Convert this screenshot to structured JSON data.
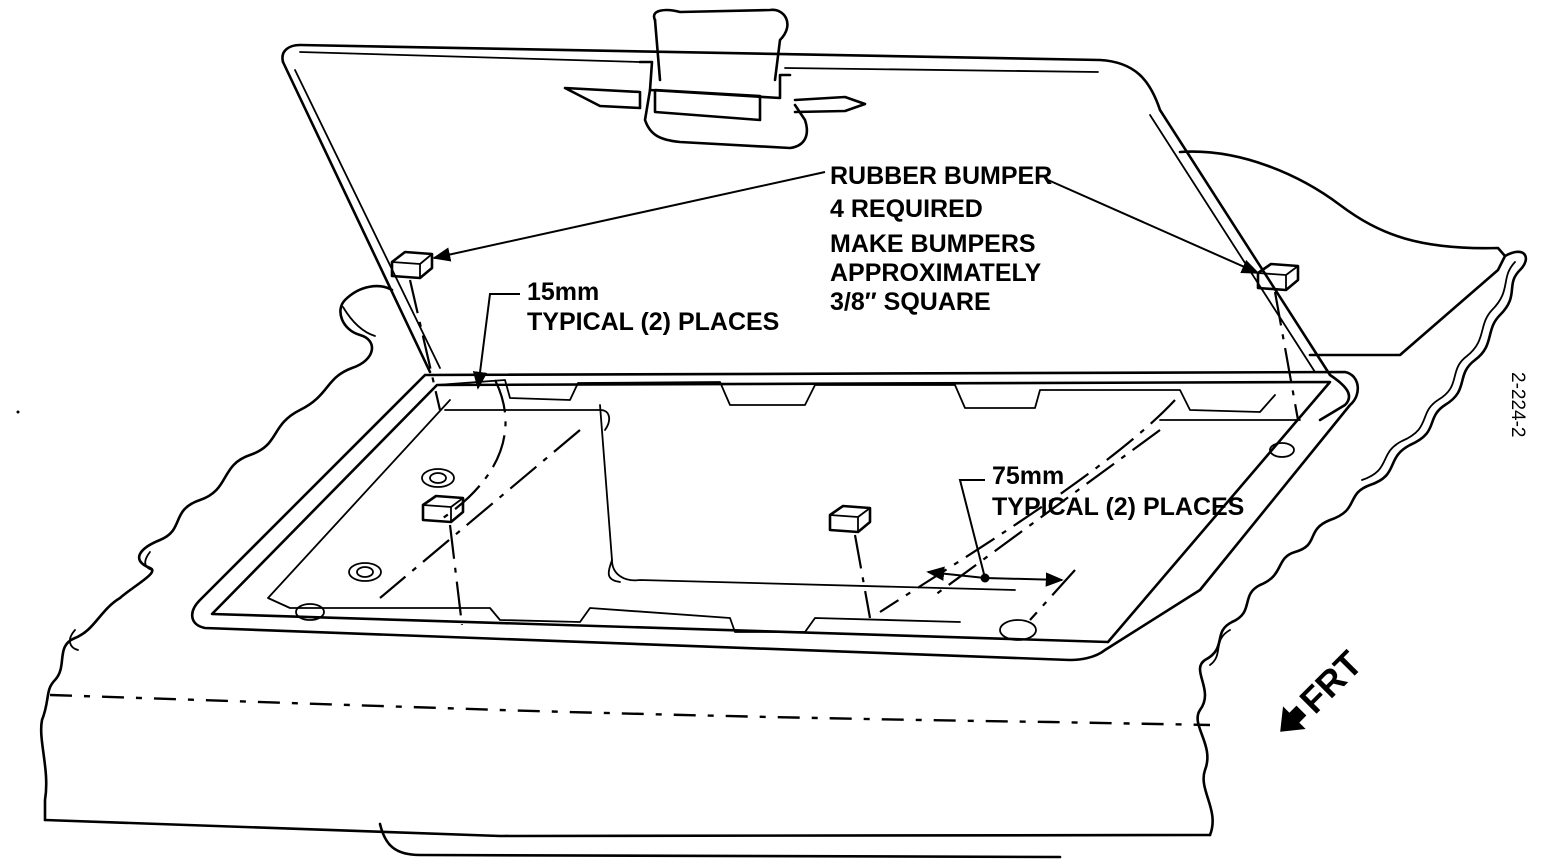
{
  "callouts": {
    "bumper": {
      "line1": "RUBBER BUMPER",
      "line2": "4 REQUIRED",
      "line3": "MAKE BUMPERS",
      "line4": "APPROXIMATELY",
      "line5": "3/8″ SQUARE"
    },
    "dim_15": {
      "value": "15mm",
      "note": "TYPICAL (2) PLACES"
    },
    "dim_75": {
      "value": "75mm",
      "note": "TYPICAL (2) PLACES"
    }
  },
  "direction_label": "FRT",
  "figure_number": "2-224-2",
  "colors": {
    "ink": "#000000",
    "paper": "#ffffff"
  }
}
